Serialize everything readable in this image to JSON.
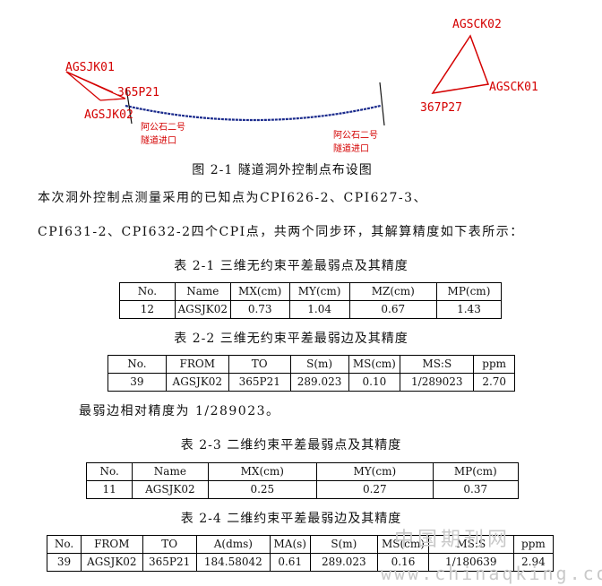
{
  "diagram": {
    "labels": {
      "agsjk01": "AGSJK01",
      "agsjk02": "AGSJK02",
      "p365": "365P21",
      "agsck02": "AGSCK02",
      "agsck01": "AGSCK01",
      "p367": "367P27",
      "tunnel_left_1": "阿公石二号",
      "tunnel_left_2": "隧道进口",
      "tunnel_right_1": "阿公石二号",
      "tunnel_right_2": "隧道进口"
    },
    "colors": {
      "labels": "#d40000",
      "tunnel": "#1a2a8c"
    }
  },
  "figure_caption": "图 2-1 隧道洞外控制点布设图",
  "paragraph": {
    "line1": "本次洞外控制点测量采用的已知点为CPI626-2、CPI627-3、",
    "line2": "CPI631-2、CPI632-2四个CPI点，共两个同步环，其解算精度如下表所示："
  },
  "table1": {
    "caption": "表 2-1   三维无约束平差最弱点及其精度",
    "headers": [
      "No.",
      "Name",
      "MX(cm)",
      "MY(cm)",
      "MZ(cm)",
      "MP(cm)"
    ],
    "row": [
      "12",
      "AGSJK02",
      "0.73",
      "1.04",
      "0.67",
      "1.43"
    ]
  },
  "table2": {
    "caption": "表 2-2  三维无约束平差最弱边及其精度",
    "headers": [
      "No.",
      "FROM",
      "TO",
      "S(m)",
      "MS(cm)",
      "MS:S",
      "ppm"
    ],
    "row": [
      "39",
      "AGSJK02",
      "365P21",
      "289.023",
      "0.10",
      "1/289023",
      "2.70"
    ]
  },
  "weak_edge_note": "最弱边相对精度为 1/289023。",
  "table3": {
    "caption": "表 2-3   二维约束平差最弱点及其精度",
    "headers": [
      "No.",
      "Name",
      "MX(cm)",
      "MY(cm)",
      "MP(cm)"
    ],
    "row": [
      "11",
      "AGSJK02",
      "0.25",
      "0.27",
      "0.37"
    ]
  },
  "table4": {
    "caption": "表 2-4   二维约束平差最弱边及其精度",
    "headers": [
      "No.",
      "FROM",
      "TO",
      "A(dms)",
      "MA(s)",
      "S(m)",
      "MS(cm)",
      "MS:S",
      "ppm"
    ],
    "row": [
      "39",
      "AGSJK02",
      "365P21",
      "184.58042",
      "0.61",
      "289.023",
      "0.16",
      "1/180639",
      "2.94"
    ]
  },
  "watermark": {
    "cn": "中国期刊网",
    "url": "www.chinaqking.com"
  }
}
